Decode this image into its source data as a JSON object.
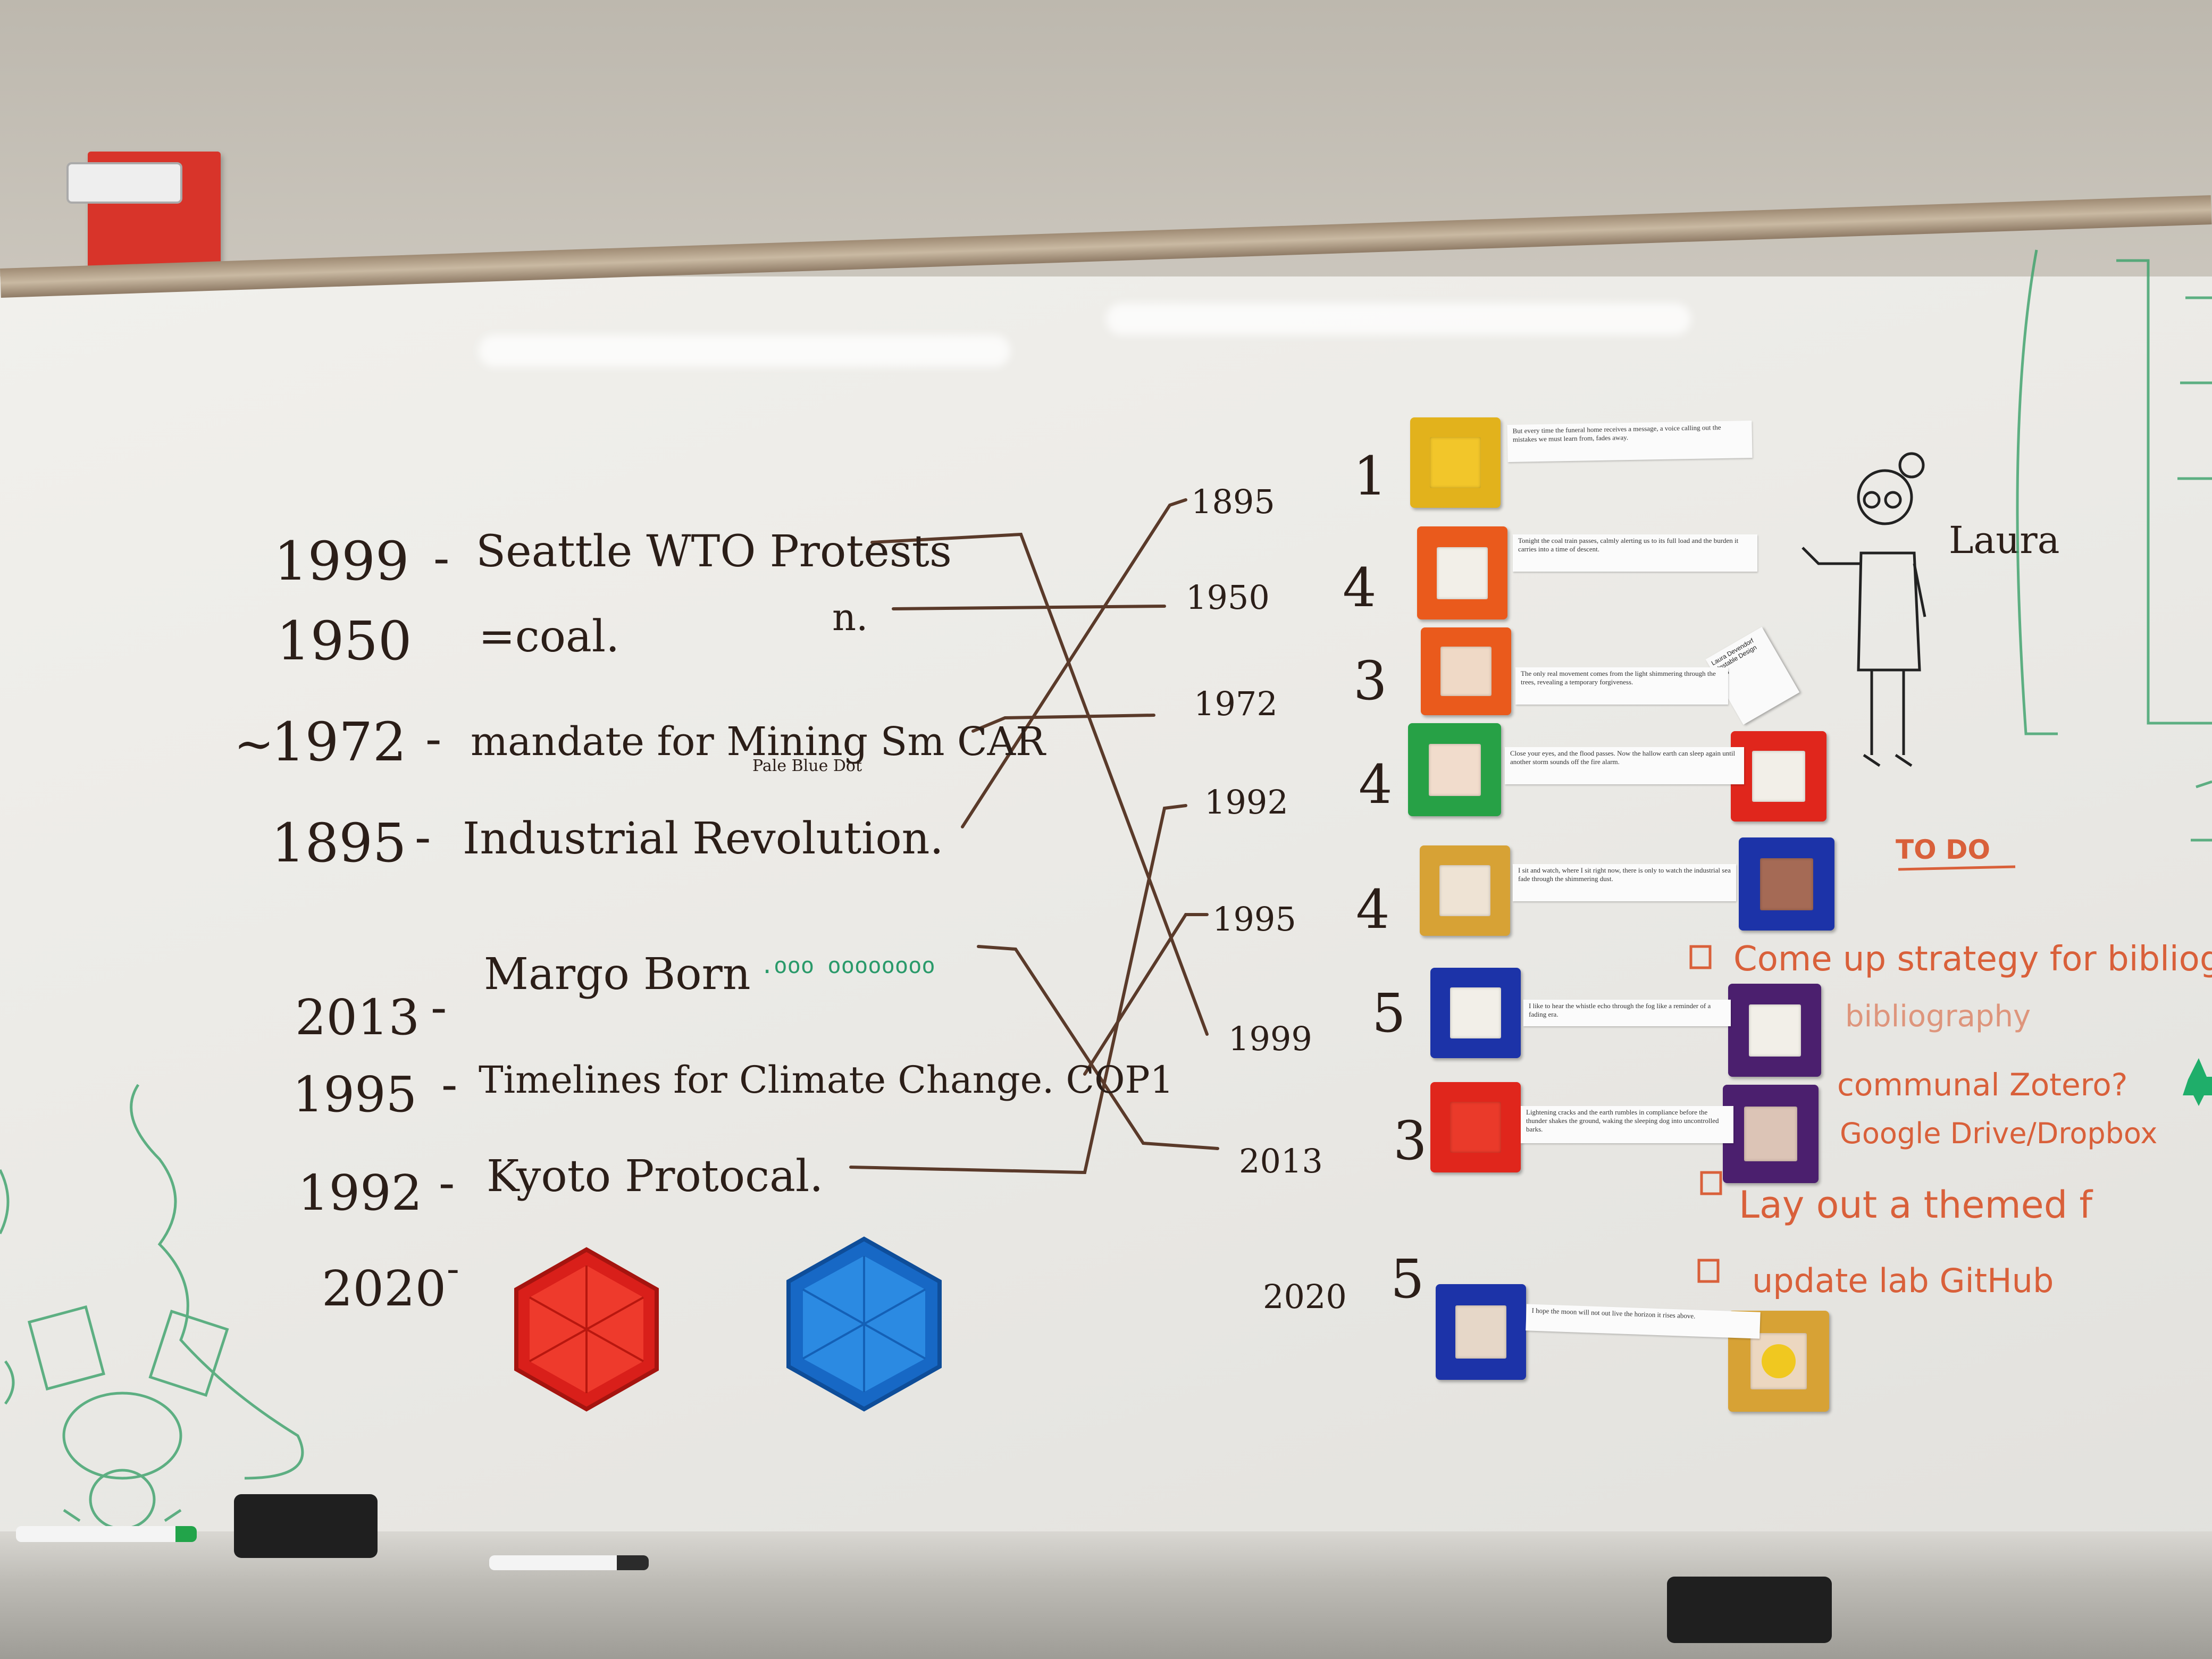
{
  "scene": "whiteboard",
  "timeline_left": [
    {
      "year": "1999",
      "event": "Seattle WTO Protests"
    },
    {
      "year": "1950",
      "event": "=coal."
    },
    {
      "year": "1972",
      "event": "mandate for Mining Sm CAR"
    },
    {
      "year": "1895",
      "event": "Industrial Revolution."
    },
    {
      "year": "2013",
      "event": "Margo Born"
    },
    {
      "year": "1995",
      "event": "Timelines for Climate Change. COP1"
    },
    {
      "year": "1992",
      "event": "Kyoto Protocal."
    },
    {
      "year": "2020",
      "event": ""
    }
  ],
  "note_n": "n.",
  "note_pale_blue_dot": "Pale Blue Dot",
  "dots_trail": ".ooo oooooooo",
  "timeline_right": [
    "1895",
    "1950",
    "1972",
    "1992",
    "1995",
    "1999",
    "2013",
    "2020"
  ],
  "ratings": [
    "1",
    "4",
    "3",
    "4",
    "4",
    "5",
    "3",
    "5"
  ],
  "tile_colors": {
    "yellow": "#e2b21c",
    "orange": "#ea5a1c",
    "green": "#27a146",
    "blue": "#1c33a8",
    "red": "#e0261c",
    "purple": "#4b1f6e",
    "gold": "#d7a235"
  },
  "strips": [
    "But every time the funeral home receives a message, a voice calling out the mistakes we must learn from, fades away.",
    "Tonight the coal train passes, calmly alerting us to its full load and the burden it carries into a time of descent.",
    "The only real movement comes from the light shimmering through the trees, revealing a temporary forgiveness.",
    "Close your eyes, and the flood passes. Now the hallow earth can sleep again until another storm sounds off the fire alarm.",
    "I sit and watch, where I sit right now, there is only to watch the industrial sea fade through the shimmering dust.",
    "I like to hear the whistle echo through the fog like a reminder of a fading era.",
    "Lightening cracks and the earth rumbles in compliance before the thunder shakes the ground, waking the sleeping dog into uncontrolled barks.",
    "I hope the moon will not out live the horizon it rises above."
  ],
  "laura_label": "Laura",
  "name_card_lines": [
    "Laura Devendorf",
    "Unstable Design Lab"
  ],
  "todo": {
    "title": "TO DO",
    "items": [
      "Come up strategy for bibliography",
      "communal Zotero?",
      "Google Drive/Dropbox",
      "Lay out a themed f",
      "update lab GitHub"
    ]
  },
  "hexagons": [
    {
      "color": "#d91f1a",
      "inner": "#f0352a"
    },
    {
      "color": "#1768c5",
      "inner": "#2a8ae0"
    }
  ]
}
